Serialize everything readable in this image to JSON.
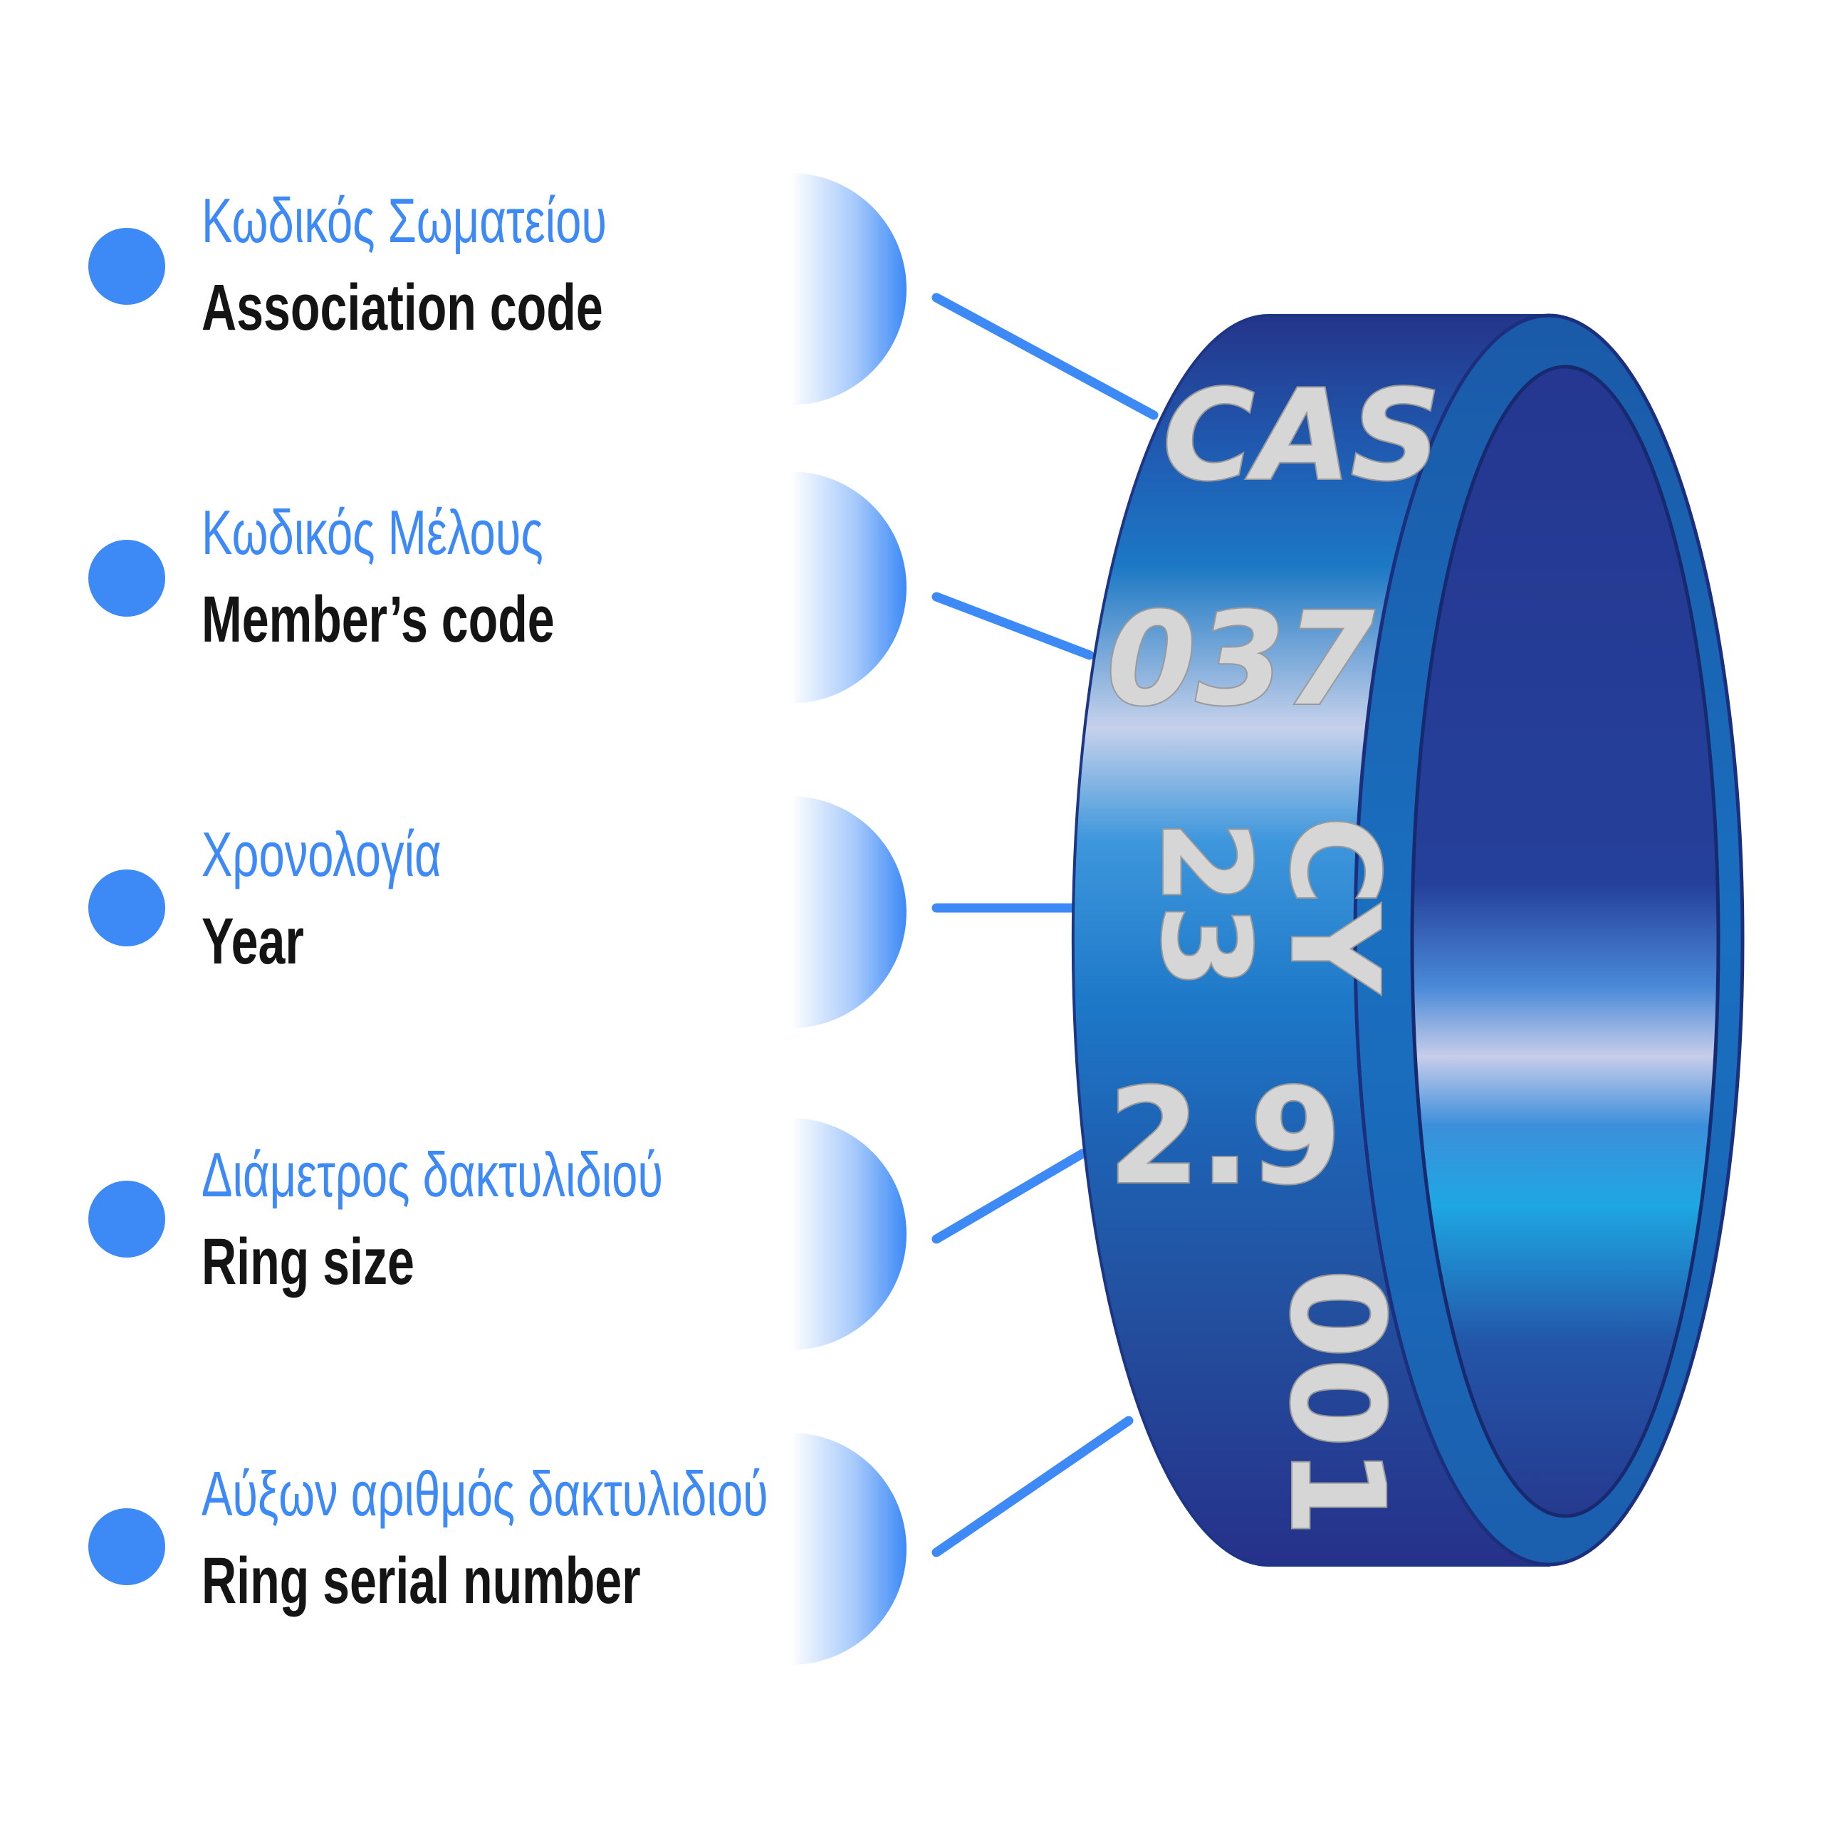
{
  "labels": [
    {
      "greek": "Κωδικός Σωματείου",
      "english": "Association code"
    },
    {
      "greek": "Κωδικός Μέλους",
      "english": "Member’s code"
    },
    {
      "greek": "Χρονολογία",
      "english": "Year"
    },
    {
      "greek": "Διάμετρος δακτυλιδιού",
      "english": "Ring size"
    },
    {
      "greek": "Αύξων αριθμός δακτυλιδιού",
      "english": "Ring serial number"
    }
  ],
  "ring": {
    "association": "CAS",
    "member": "037",
    "year": "23",
    "country": "CY",
    "size": "2.9",
    "serial": "001"
  },
  "colors": {
    "accent": "#3d8af7",
    "ring_dark": "#253a8f",
    "ring_mid": "#1d78c8",
    "ring_highlight": "#c9d3ec",
    "engraving": "#d6d6d6",
    "english_text": "#141414"
  }
}
